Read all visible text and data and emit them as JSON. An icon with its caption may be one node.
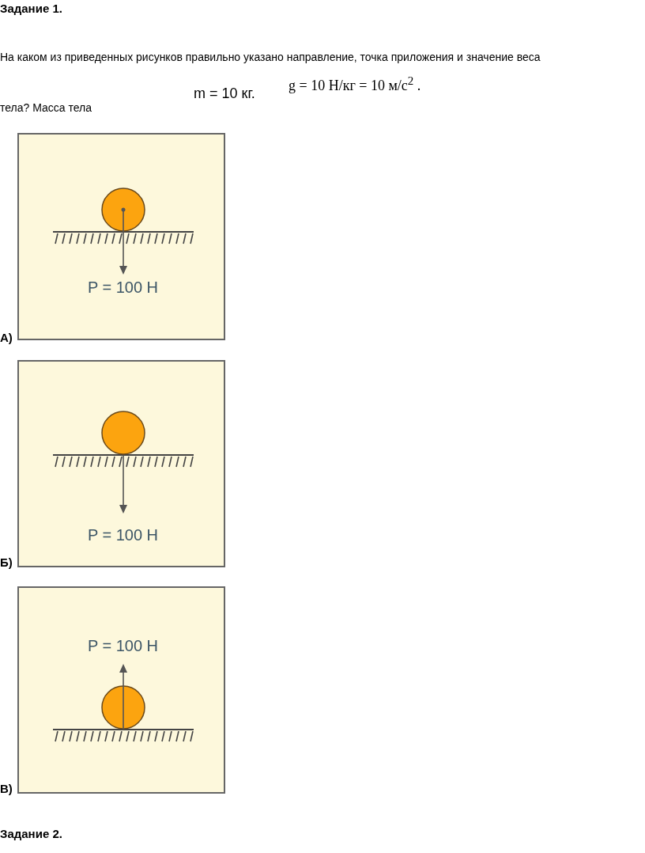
{
  "diagram": {
    "title": "Задание 1.",
    "nodes": [
      {
        "text": [
          "P = 100 Н"
        ],
        "beside": [
          "А)"
        ]
      },
      {
        "text": [
          "P = 100 Н"
        ],
        "beside": [
          "Б)"
        ]
      },
      {
        "text": [
          "P = 100 Н"
        ],
        "beside": [
          "В)"
        ]
      }
    ],
    "labels": [
      "На каком из приведенных рисунков правильно указано направление, точка приложения и значение веса тела? Масса тела",
      "m = 10 кг.",
      "g = 10 Н/кг = 10 м/с$^{2}$ .",
      "Задание 2."
    ]
  }
}
